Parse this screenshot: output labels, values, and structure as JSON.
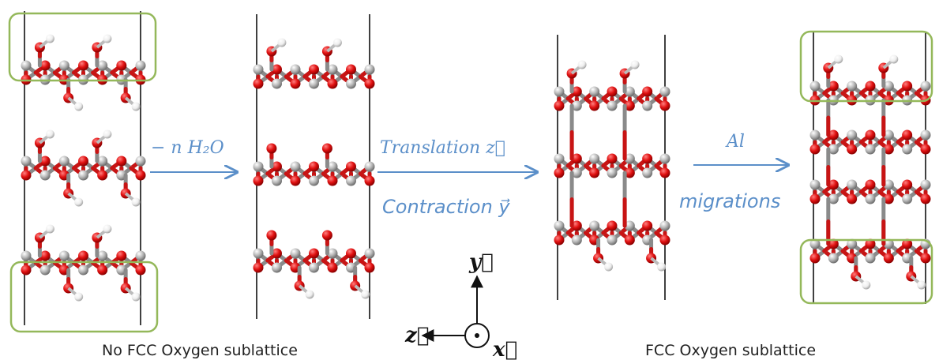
{
  "captions": {
    "left": "No FCC Oxygen sublattice",
    "right": "FCC Oxygen sublattice"
  },
  "steps": {
    "dehydration": "− n H₂O",
    "translation": "Translation z⃗",
    "contraction": "Contraction y⃗",
    "al_top": "Al",
    "al_bottom": "migrations"
  },
  "axes": {
    "y": "y⃗",
    "z": "z⃗",
    "x": "x⃗"
  },
  "colors": {
    "oxygen": "#e01010",
    "aluminium": "#b8b8b8",
    "hydrogen": "#f4f4f4",
    "arrow": "#5b8fc9",
    "highlight": "#94b85a"
  }
}
